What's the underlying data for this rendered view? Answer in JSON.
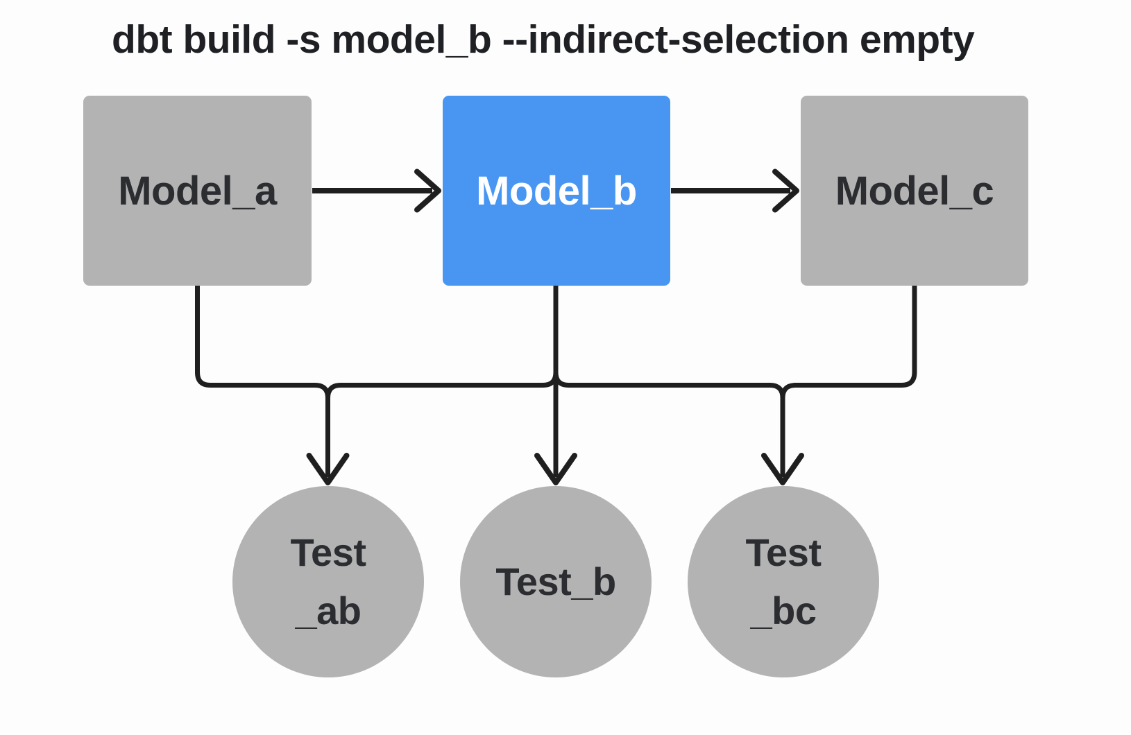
{
  "title": "dbt build -s model_b --indirect-selection empty",
  "colors": {
    "background": "#fdfdfd",
    "node_gray": "#b3b3b3",
    "node_selected_blue": "#4896f2",
    "edge_black": "#1f1f1f",
    "label_dark": "#2b2d31",
    "label_on_blue": "#ffffff"
  },
  "diagram": {
    "models": [
      {
        "id": "model_a",
        "label": "Model_a",
        "state": "unselected"
      },
      {
        "id": "model_b",
        "label": "Model_b",
        "state": "selected"
      },
      {
        "id": "model_c",
        "label": "Model_c",
        "state": "unselected"
      }
    ],
    "tests": [
      {
        "id": "test_ab",
        "label": "Test _ab",
        "label_lines": [
          "Test",
          "_ab"
        ],
        "state": "unselected"
      },
      {
        "id": "test_b",
        "label": "Test_b",
        "label_lines": [
          "Test_b"
        ],
        "state": "unselected"
      },
      {
        "id": "test_bc",
        "label": "Test _bc",
        "label_lines": [
          "Test",
          "_bc"
        ],
        "state": "unselected"
      }
    ],
    "edges": [
      {
        "from": "model_a",
        "to": "model_b"
      },
      {
        "from": "model_b",
        "to": "model_c"
      },
      {
        "from": "model_a",
        "to": "test_ab"
      },
      {
        "from": "model_b",
        "to": "test_ab"
      },
      {
        "from": "model_b",
        "to": "test_b"
      },
      {
        "from": "model_b",
        "to": "test_bc"
      },
      {
        "from": "model_c",
        "to": "test_bc"
      }
    ]
  }
}
